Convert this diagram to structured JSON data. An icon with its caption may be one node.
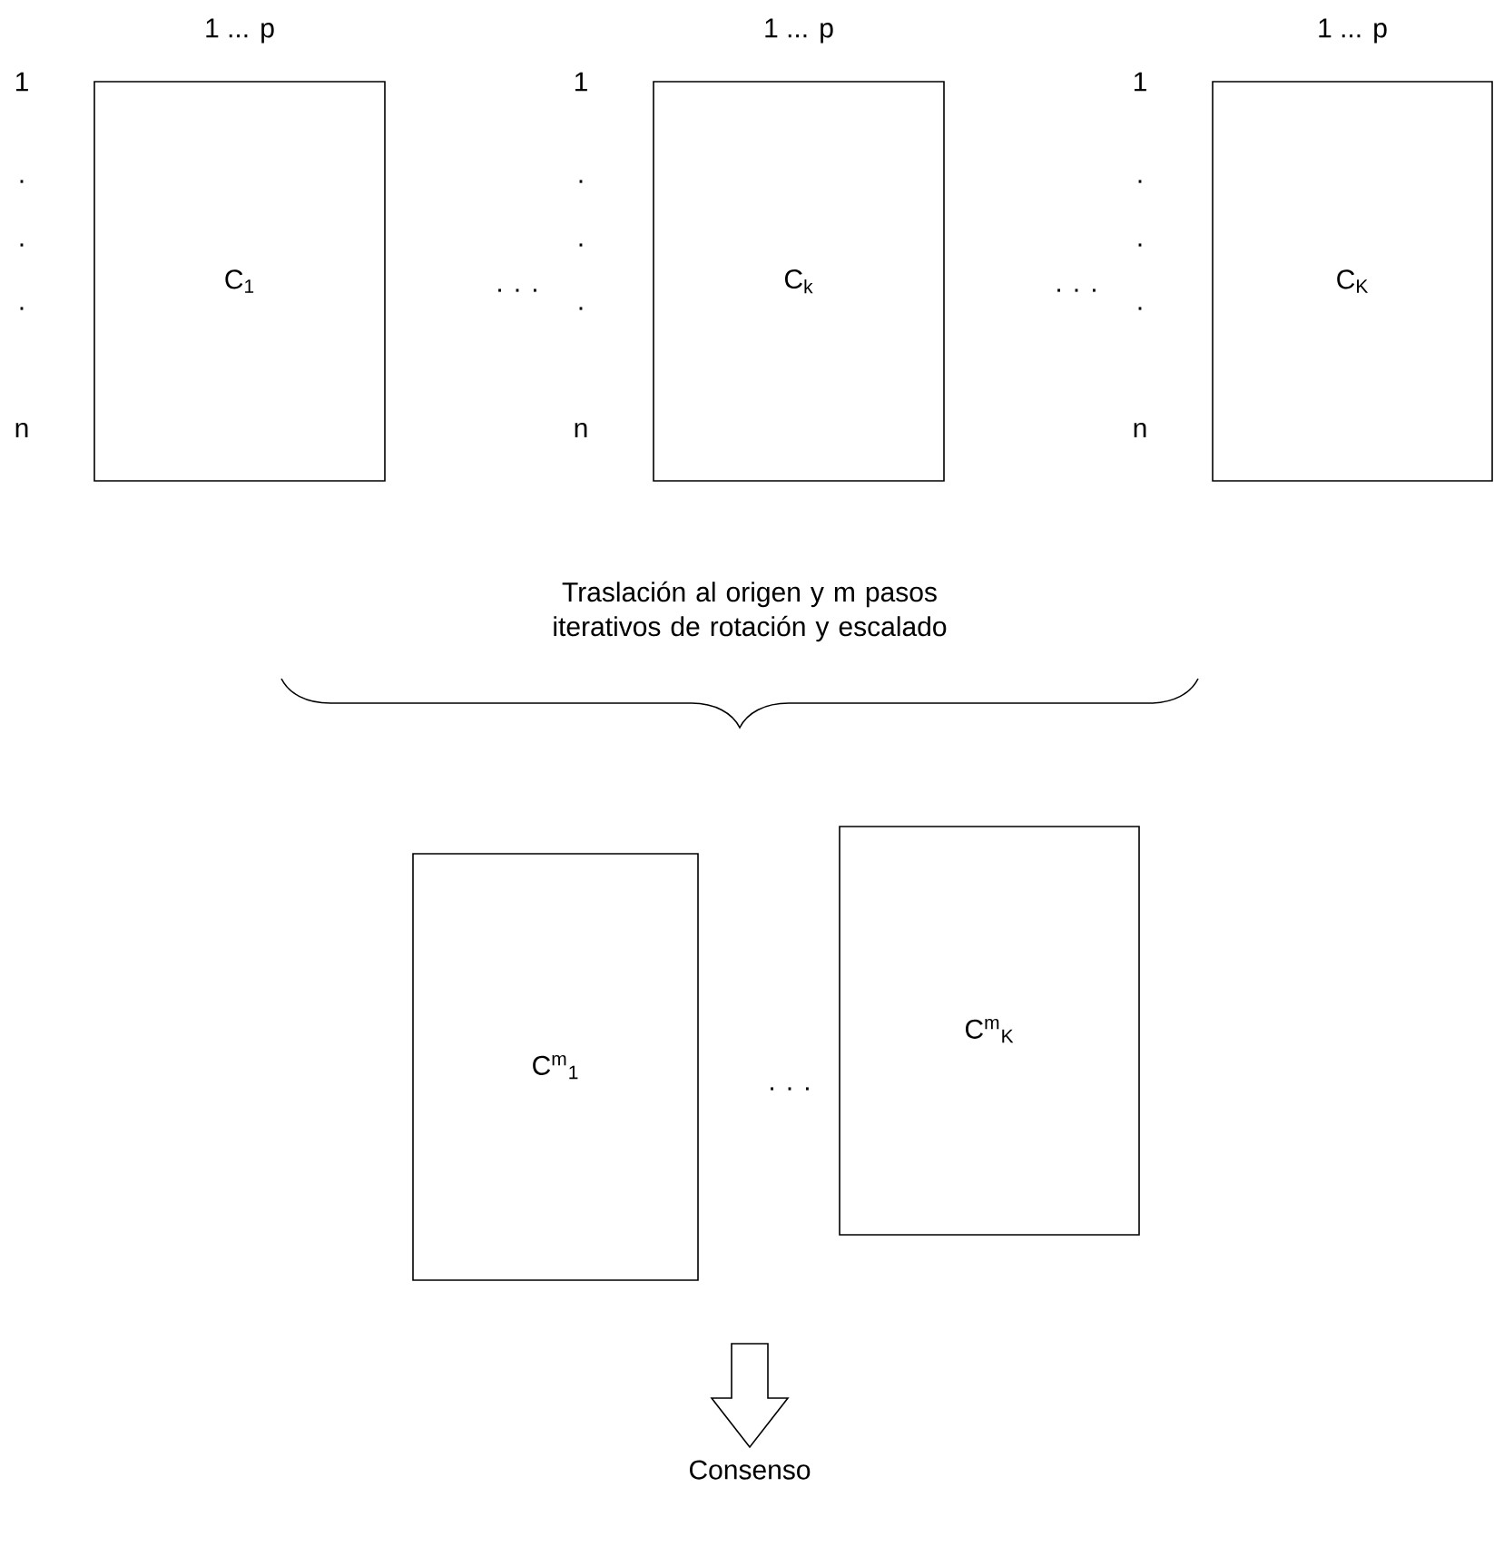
{
  "diagram": {
    "nodes": [
      {
        "text": [
          "C$_{1}$"
        ]
      },
      {
        "text": [
          "C$_{k}$"
        ]
      },
      {
        "text": [
          "C$_{K}$"
        ]
      },
      {
        "text": [
          "C$^{m}$$_{1}$"
        ]
      },
      {
        "text": [
          "C$^{m}$$_{K}$"
        ]
      },
      {
        "text": [
          "Consenso"
        ]
      }
    ],
    "edges": [
      {
        "from": null,
        "to": 5,
        "arrow": "to"
      }
    ],
    "labels": [
      "1 ... p",
      "1 ... p",
      "1 ... p",
      "1",
      ".",
      ".",
      ".",
      "n",
      ". . .",
      "1",
      ".",
      ".",
      ".",
      "n",
      ". . .",
      "1",
      ".",
      ".",
      ".",
      "n",
      "Traslación al origen y m pasos iterativos de rotación y escalado",
      ". . ."
    ]
  }
}
